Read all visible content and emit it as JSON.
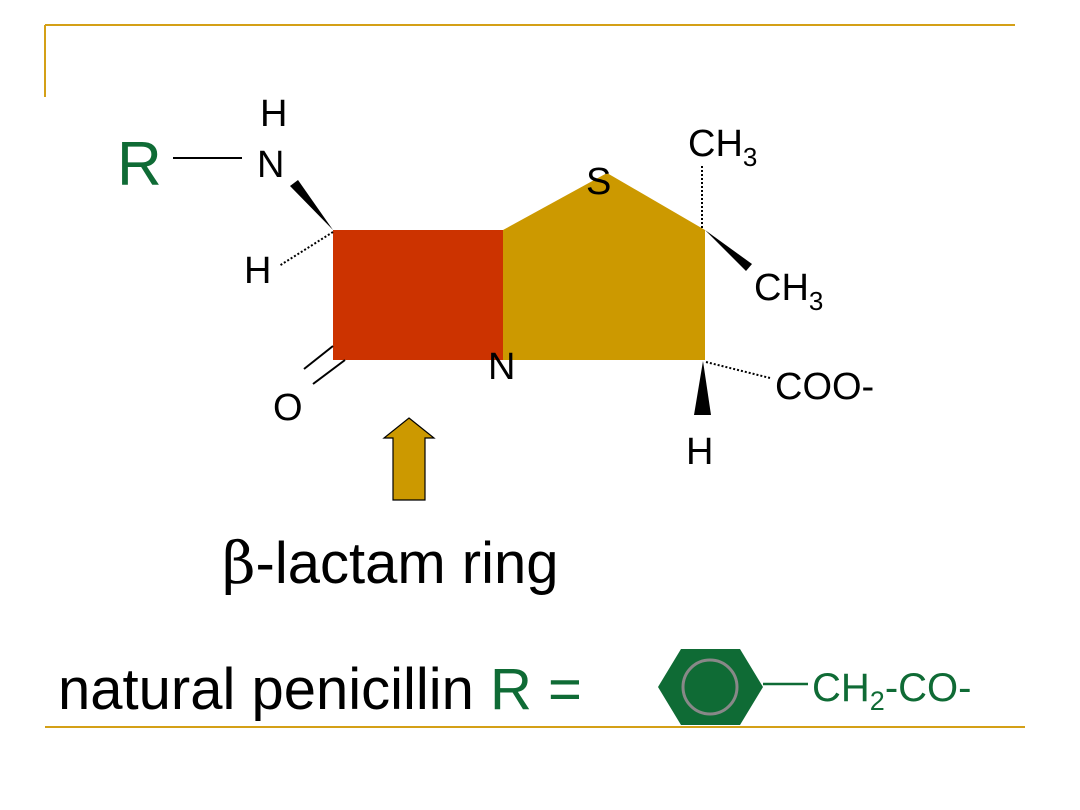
{
  "colors": {
    "frame_line": "#D4A017",
    "green": "#0F6B35",
    "lactam_ring": "#CC3300",
    "thiazolidine_ring": "#CC9900",
    "arrow": "#CC9900",
    "black": "#000000",
    "benzene_inner_circle": "#888888"
  },
  "structure": {
    "r_label": "R",
    "atoms": {
      "h_top": "H",
      "n_amide": "N",
      "h_left": "H",
      "s_ring": "S",
      "ch3_top": "CH",
      "ch3_top_sub": "3",
      "ch3_right": "CH",
      "ch3_right_sub": "3",
      "n_ring": "N",
      "o_carbonyl": "O",
      "coo": "COO-",
      "h_bottom": "H"
    }
  },
  "caption": {
    "beta": "β",
    "rest": "-lactam ring"
  },
  "bottom": {
    "prefix": "natural penicillin ",
    "r_eq": "R =",
    "side_chain_main": "CH",
    "side_chain_sub": "2",
    "side_chain_tail": "-CO-"
  }
}
